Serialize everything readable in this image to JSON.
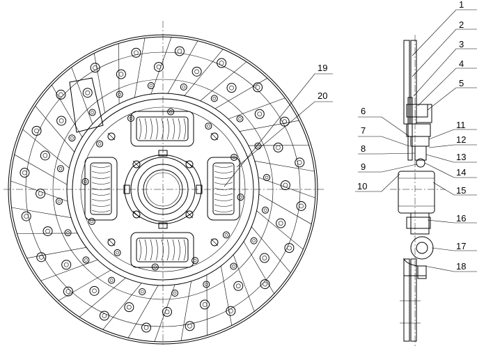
{
  "drawing": {
    "callouts": [
      {
        "label": "1"
      },
      {
        "label": "2"
      },
      {
        "label": "3"
      },
      {
        "label": "4"
      },
      {
        "label": "5"
      },
      {
        "label": "6"
      },
      {
        "label": "7"
      },
      {
        "label": "8"
      },
      {
        "label": "9"
      },
      {
        "label": "10"
      },
      {
        "label": "11"
      },
      {
        "label": "12"
      },
      {
        "label": "13"
      },
      {
        "label": "14"
      },
      {
        "label": "15"
      },
      {
        "label": "16"
      },
      {
        "label": "17"
      },
      {
        "label": "18"
      },
      {
        "label": "19"
      },
      {
        "label": "20"
      }
    ]
  }
}
